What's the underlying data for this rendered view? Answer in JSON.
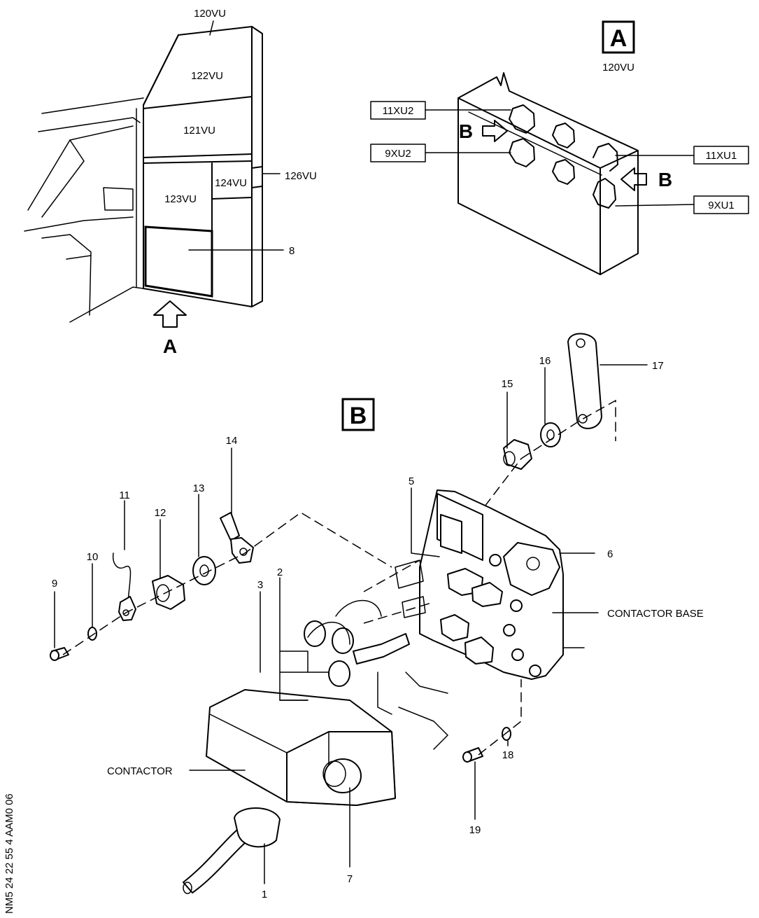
{
  "view_a": {
    "title": "A",
    "subtitle": "120VU",
    "labels": {
      "conn_11xu2": "11XU2",
      "conn_9xu2": "9XU2",
      "conn_11xu1": "11XU1",
      "conn_9xu1": "9XU1",
      "arrow_left": "B",
      "arrow_right": "B"
    }
  },
  "cockpit": {
    "panels": {
      "p120": "120VU",
      "p122": "122VU",
      "p121": "121VU",
      "p123": "123VU",
      "p124": "124VU",
      "p126": "126VU"
    },
    "item_8": "8",
    "view_arrow": "A"
  },
  "view_b": {
    "title": "B",
    "parts": {
      "p1": "1",
      "p2": "2",
      "p3": "3",
      "p5": "5",
      "p6": "6",
      "p7": "7",
      "p9": "9",
      "p10": "10",
      "p11": "11",
      "p12": "12",
      "p13": "13",
      "p14": "14",
      "p15": "15",
      "p16": "16",
      "p17": "17",
      "p18": "18",
      "p19": "19"
    },
    "contactor_base": "CONTACTOR BASE",
    "contactor": "CONTACTOR"
  },
  "footer_ref": "NM5 24 22 55 4 AAM0 06"
}
